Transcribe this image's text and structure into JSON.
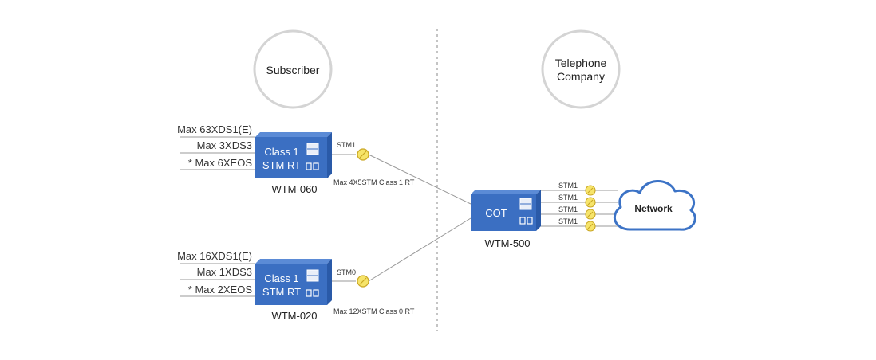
{
  "circles": {
    "subscriber": [
      "Subscriber"
    ],
    "telco": [
      "Telephone",
      "Company"
    ]
  },
  "rt1": {
    "inputs": [
      "Max 63XDS1(E)",
      "Max 3XDS3",
      "* Max 6XEOS"
    ],
    "box_lines": [
      "Class 1",
      "STM RT"
    ],
    "model": "WTM-060",
    "port": "STM1",
    "link_label": "Max 4X5STM Class 1 RT"
  },
  "rt2": {
    "inputs": [
      "Max 16XDS1(E)",
      "Max 1XDS3",
      "* Max 2XEOS"
    ],
    "box_lines": [
      "Class 1",
      "STM RT"
    ],
    "model": "WTM-020",
    "port": "STM0",
    "link_label": "Max 12XSTM Class 0 RT"
  },
  "cot": {
    "label": "COT",
    "model": "WTM-500",
    "ports": [
      "STM1",
      "STM1",
      "STM1",
      "STM1"
    ]
  },
  "network": {
    "label": "Network"
  },
  "colors": {
    "box_front": "#3b6fc2",
    "box_top": "#5b8bd6",
    "box_side": "#2a5aa8",
    "cloud_stroke": "#3c73c6",
    "connector_fill": "#f6e46a",
    "connector_stroke": "#c9a623",
    "line": "#9a9a9a"
  }
}
